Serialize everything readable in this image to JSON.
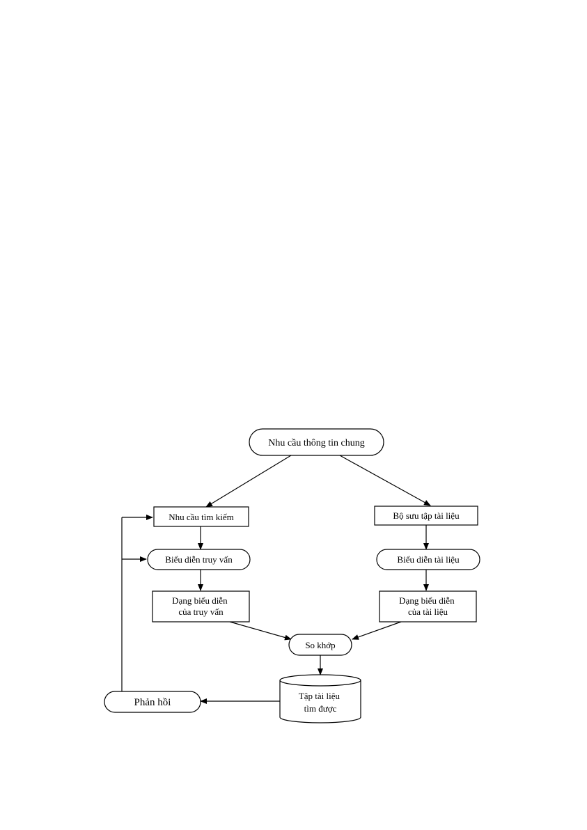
{
  "diagram": {
    "nodes": {
      "general_need": {
        "label": "Nhu cầu thông tin chung"
      },
      "search_need": {
        "label": "Nhu cầu tìm kiếm"
      },
      "query_repr": {
        "label": "Biểu diễn truy vấn"
      },
      "query_form": {
        "label_lines": [
          "Dạng biểu diễn",
          "của truy vấn"
        ]
      },
      "doc_collection": {
        "label": "Bộ sưu tập tài liệu"
      },
      "doc_repr": {
        "label": "Biểu diễn tài liệu"
      },
      "doc_form": {
        "label_lines": [
          "Dạng biểu diễn",
          "của tài liệu"
        ]
      },
      "matching": {
        "label": "So khớp"
      },
      "retrieved_docs": {
        "label_lines": [
          "Tập tài liệu",
          "tìm được"
        ]
      },
      "feedback": {
        "label": "Phản hồi"
      }
    }
  }
}
